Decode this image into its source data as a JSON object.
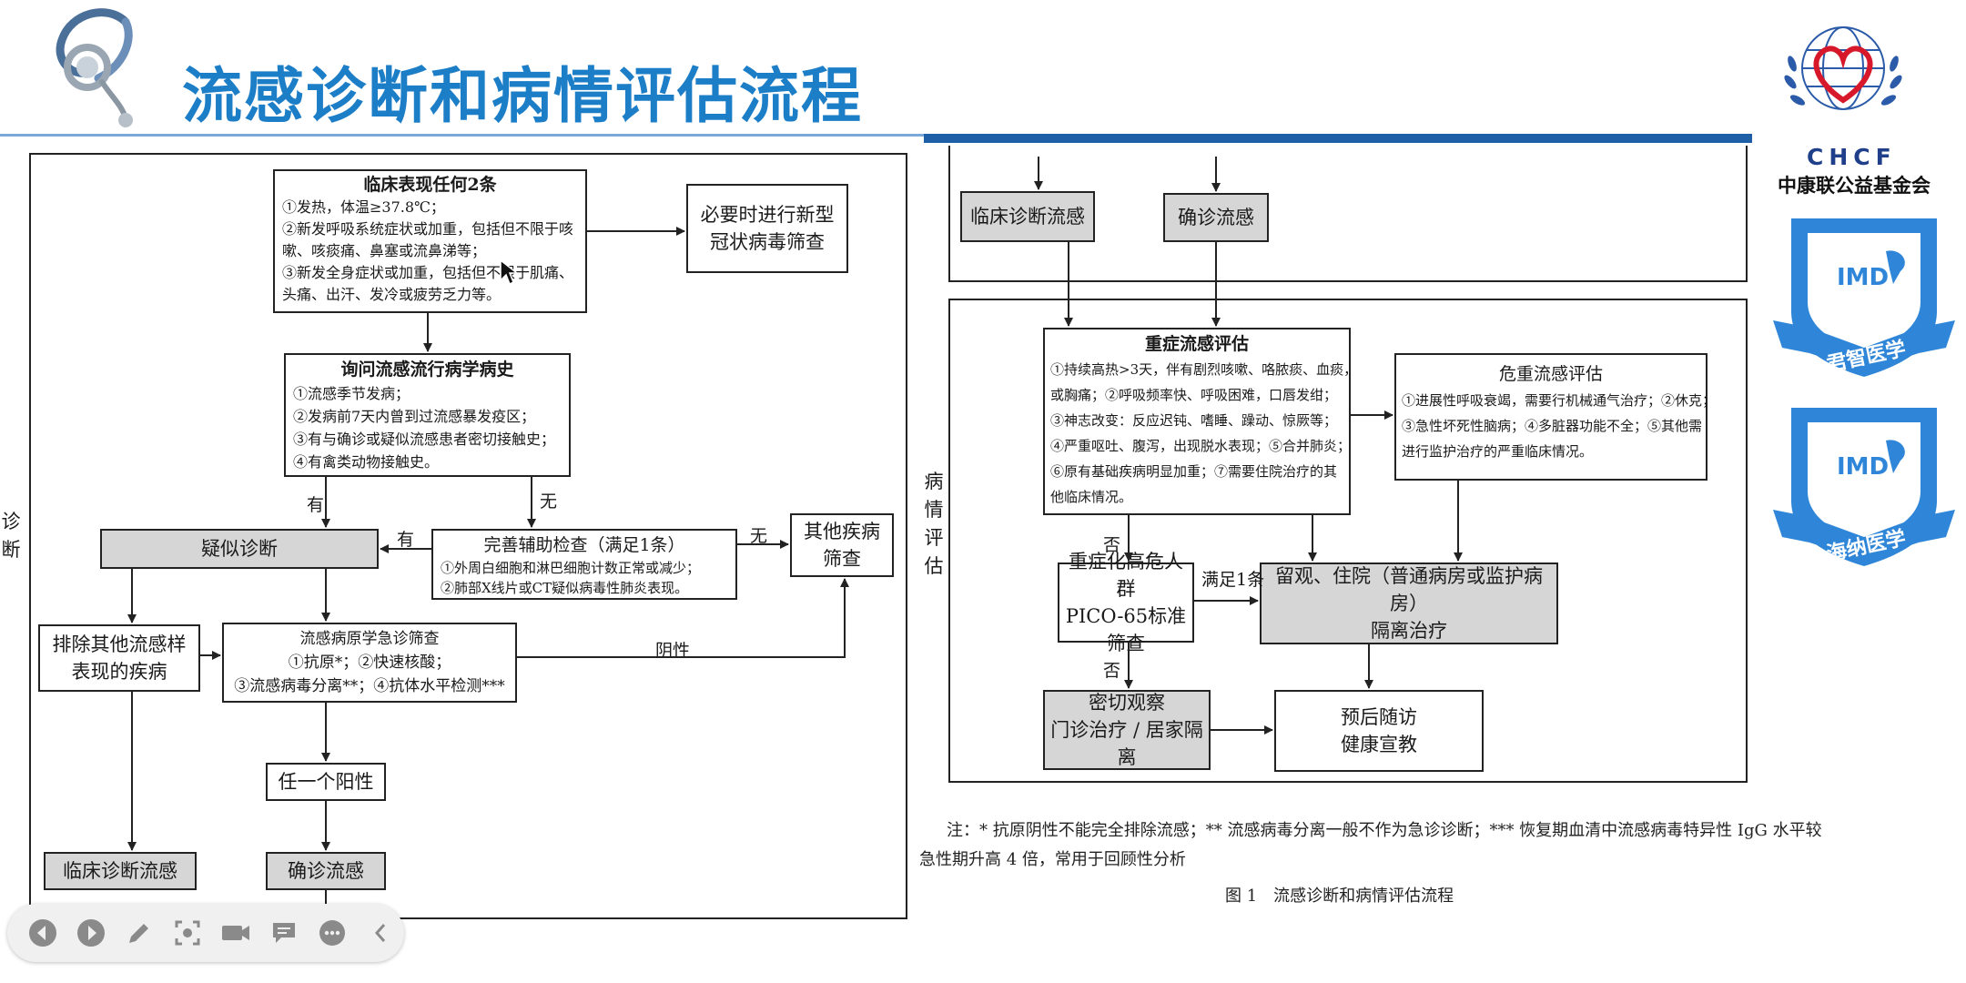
{
  "header": {
    "title": "流感诊断和病情评估流程"
  },
  "org": {
    "abbr": "CHCF",
    "name": "中康联公益基金会",
    "badge1_text": "君智医学",
    "badge2_text": "海纳医学",
    "badge_mark": "IMD"
  },
  "side_labels": {
    "left": [
      "诊",
      "断"
    ],
    "right": [
      "病",
      "情",
      "评",
      "估"
    ]
  },
  "left": {
    "clinical": {
      "title": "临床表现任何2条",
      "lines": [
        "①发热，体温≥37.8℃；",
        "②新发呼吸系统症状或加重，包括但不限于咳",
        "嗽、咳痰痛、鼻塞或流鼻涕等；",
        "③新发全身症状或加重，包括但不限于肌痛、",
        "头痛、出汗、发冷或疲劳乏力等。"
      ]
    },
    "covid": {
      "lines": [
        "必要时进行新型",
        "冠状病毒筛查"
      ]
    },
    "history": {
      "title": "询问流感流行病学病史",
      "lines": [
        "①流感季节发病；",
        "②发病前7天内曾到过流感暴发疫区；",
        "③有与确诊或疑似流感患者密切接触史；",
        "④有禽类动物接触史。"
      ]
    },
    "suspect": {
      "label": "疑似诊断"
    },
    "aux": {
      "title": "完善辅助检查（满足1条）",
      "lines": [
        "①外周白细胞和淋巴细胞计数正常或减少；",
        "②肺部X线片或CT疑似病毒性肺炎表现。"
      ]
    },
    "other": {
      "lines": [
        "其他疾病",
        "筛查"
      ]
    },
    "exclude": {
      "lines": [
        "排除其他流感样",
        "表现的疾病"
      ]
    },
    "etiology": {
      "title": "流感病原学急诊筛查",
      "lines": [
        "①抗原*；②快速核酸；",
        "③流感病毒分离**；④抗体水平检测***"
      ]
    },
    "anypos": {
      "label": "任一个阳性"
    },
    "clinical_dx": {
      "label": "临床诊断流感"
    },
    "confirmed_dx": {
      "label": "确诊流感"
    },
    "edge_labels": {
      "you1": "有",
      "wu1": "无",
      "you2": "有",
      "wu2": "无",
      "neg": "阴性"
    }
  },
  "right": {
    "top_clinical": {
      "label": "临床诊断流感"
    },
    "top_confirmed": {
      "label": "确诊流感"
    },
    "severe": {
      "title": "重症流感评估",
      "lines": [
        "①持续高热>3天，伴有剧烈咳嗽、咯脓痰、血痰，",
        "或胸痛；②呼吸频率快、呼吸困难，口唇发绀；",
        "③神志改变：反应迟钝、嗜睡、躁动、惊厥等；",
        "④严重呕吐、腹泻，出现脱水表现；⑤合并肺炎；",
        "⑥原有基础疾病明显加重；⑦需要住院治疗的其",
        "他临床情况。"
      ]
    },
    "critical": {
      "title": "危重流感评估",
      "lines": [
        "①进展性呼吸衰竭，需要行机械通气治疗；②休克；",
        "③急性坏死性脑病；④多脏器功能不全；⑤其他需",
        "进行监护治疗的严重临床情况。"
      ]
    },
    "pico": {
      "lines": [
        "重症化高危人群",
        "PICO-65标准筛查"
      ]
    },
    "admit": {
      "lines": [
        "留观、住院（普通病房或监护病房）",
        "隔离治疗"
      ]
    },
    "observe": {
      "lines": [
        "密切观察",
        "门诊治疗 / 居家隔离"
      ]
    },
    "followup": {
      "lines": [
        "预后随访",
        "健康宣教"
      ]
    },
    "edge_labels": {
      "no1": "否",
      "meet": "满足1条",
      "no2": "否"
    }
  },
  "notes": {
    "line1": "注：* 抗原阴性不能完全排除流感；** 流感病毒分离一般不作为急诊诊断；*** 恢复期血清中流感病毒特异性 IgG 水平较",
    "line2": "急性期升高 4 倍，常用于回顾性分析",
    "caption": "图 1　流感诊断和病情评估流程"
  },
  "toolbar": {
    "buttons": [
      "prev-icon",
      "play-icon",
      "pen-icon",
      "screenshot-icon",
      "camera-icon",
      "comment-icon",
      "more-icon",
      "collapse-icon"
    ]
  },
  "colors": {
    "title_blue": "#1d7ec8",
    "rule_blue": "#1f5fa8",
    "box_gray": "#d6d6d6",
    "badge_blue": "#2f86d8"
  }
}
